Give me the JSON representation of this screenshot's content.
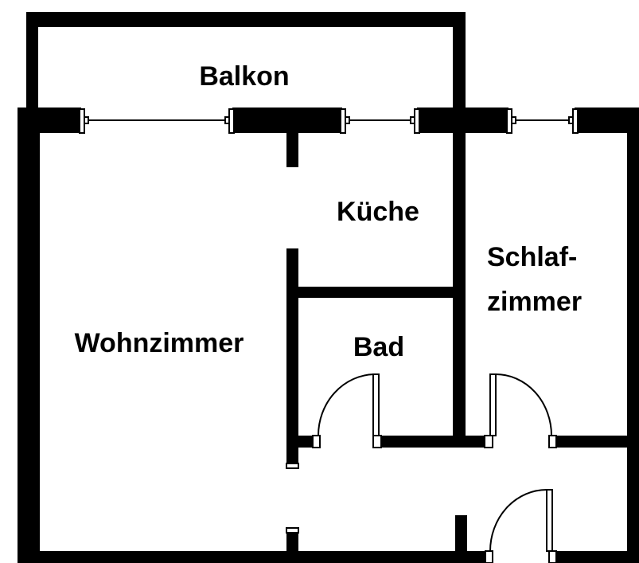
{
  "title": "Grundriss",
  "rooms": {
    "balkon": "Balkon",
    "kueche": "Küche",
    "schlafzimmer_line1": "Schlaf-",
    "schlafzimmer_line2": "zimmer",
    "wohnzimmer": "Wohnzimmer",
    "bad": "Bad"
  },
  "colors": {
    "wall": "#000000",
    "background": "#ffffff"
  }
}
